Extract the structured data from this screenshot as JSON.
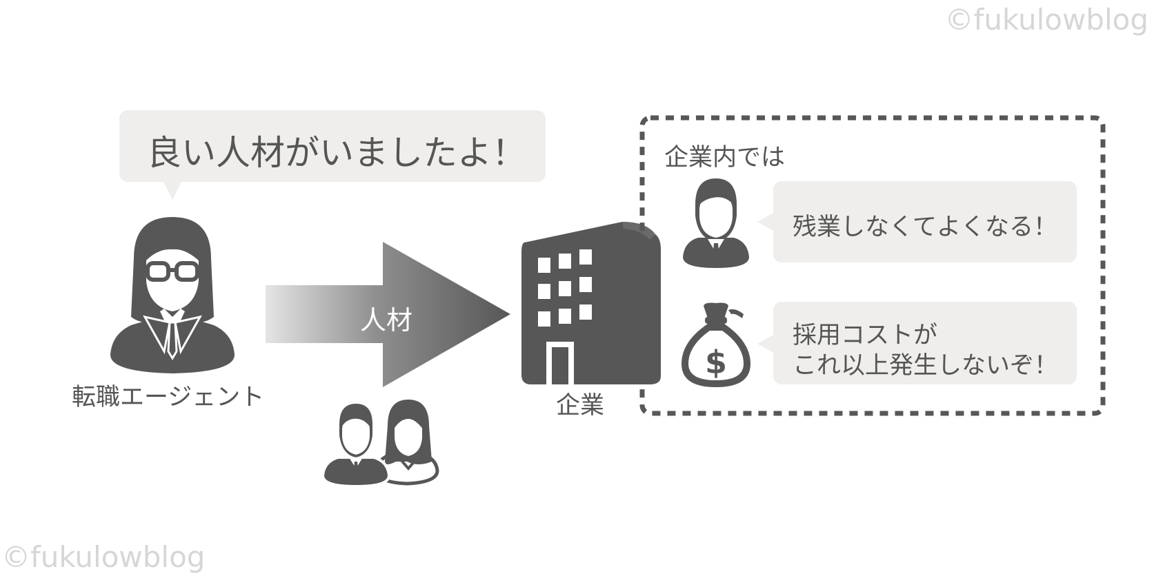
{
  "watermarks": [
    "©fukulowblog",
    "©fukulowblog"
  ],
  "agent": {
    "speech": "良い人材がいましたよ！",
    "label": "転職エージェント"
  },
  "arrow": {
    "label": "人材"
  },
  "company": {
    "label": "企業"
  },
  "inside": {
    "title": "企業内では",
    "employee_speech": "残業しなくてよくなる！",
    "cost_speech_line1": "採用コストが",
    "cost_speech_line2": "これ以上発生しないぞ！",
    "money_symbol": "$"
  },
  "colors": {
    "icon": "#575757",
    "bubble": "#efeeec",
    "text": "#555555",
    "watermark": "#d6d6d6"
  }
}
